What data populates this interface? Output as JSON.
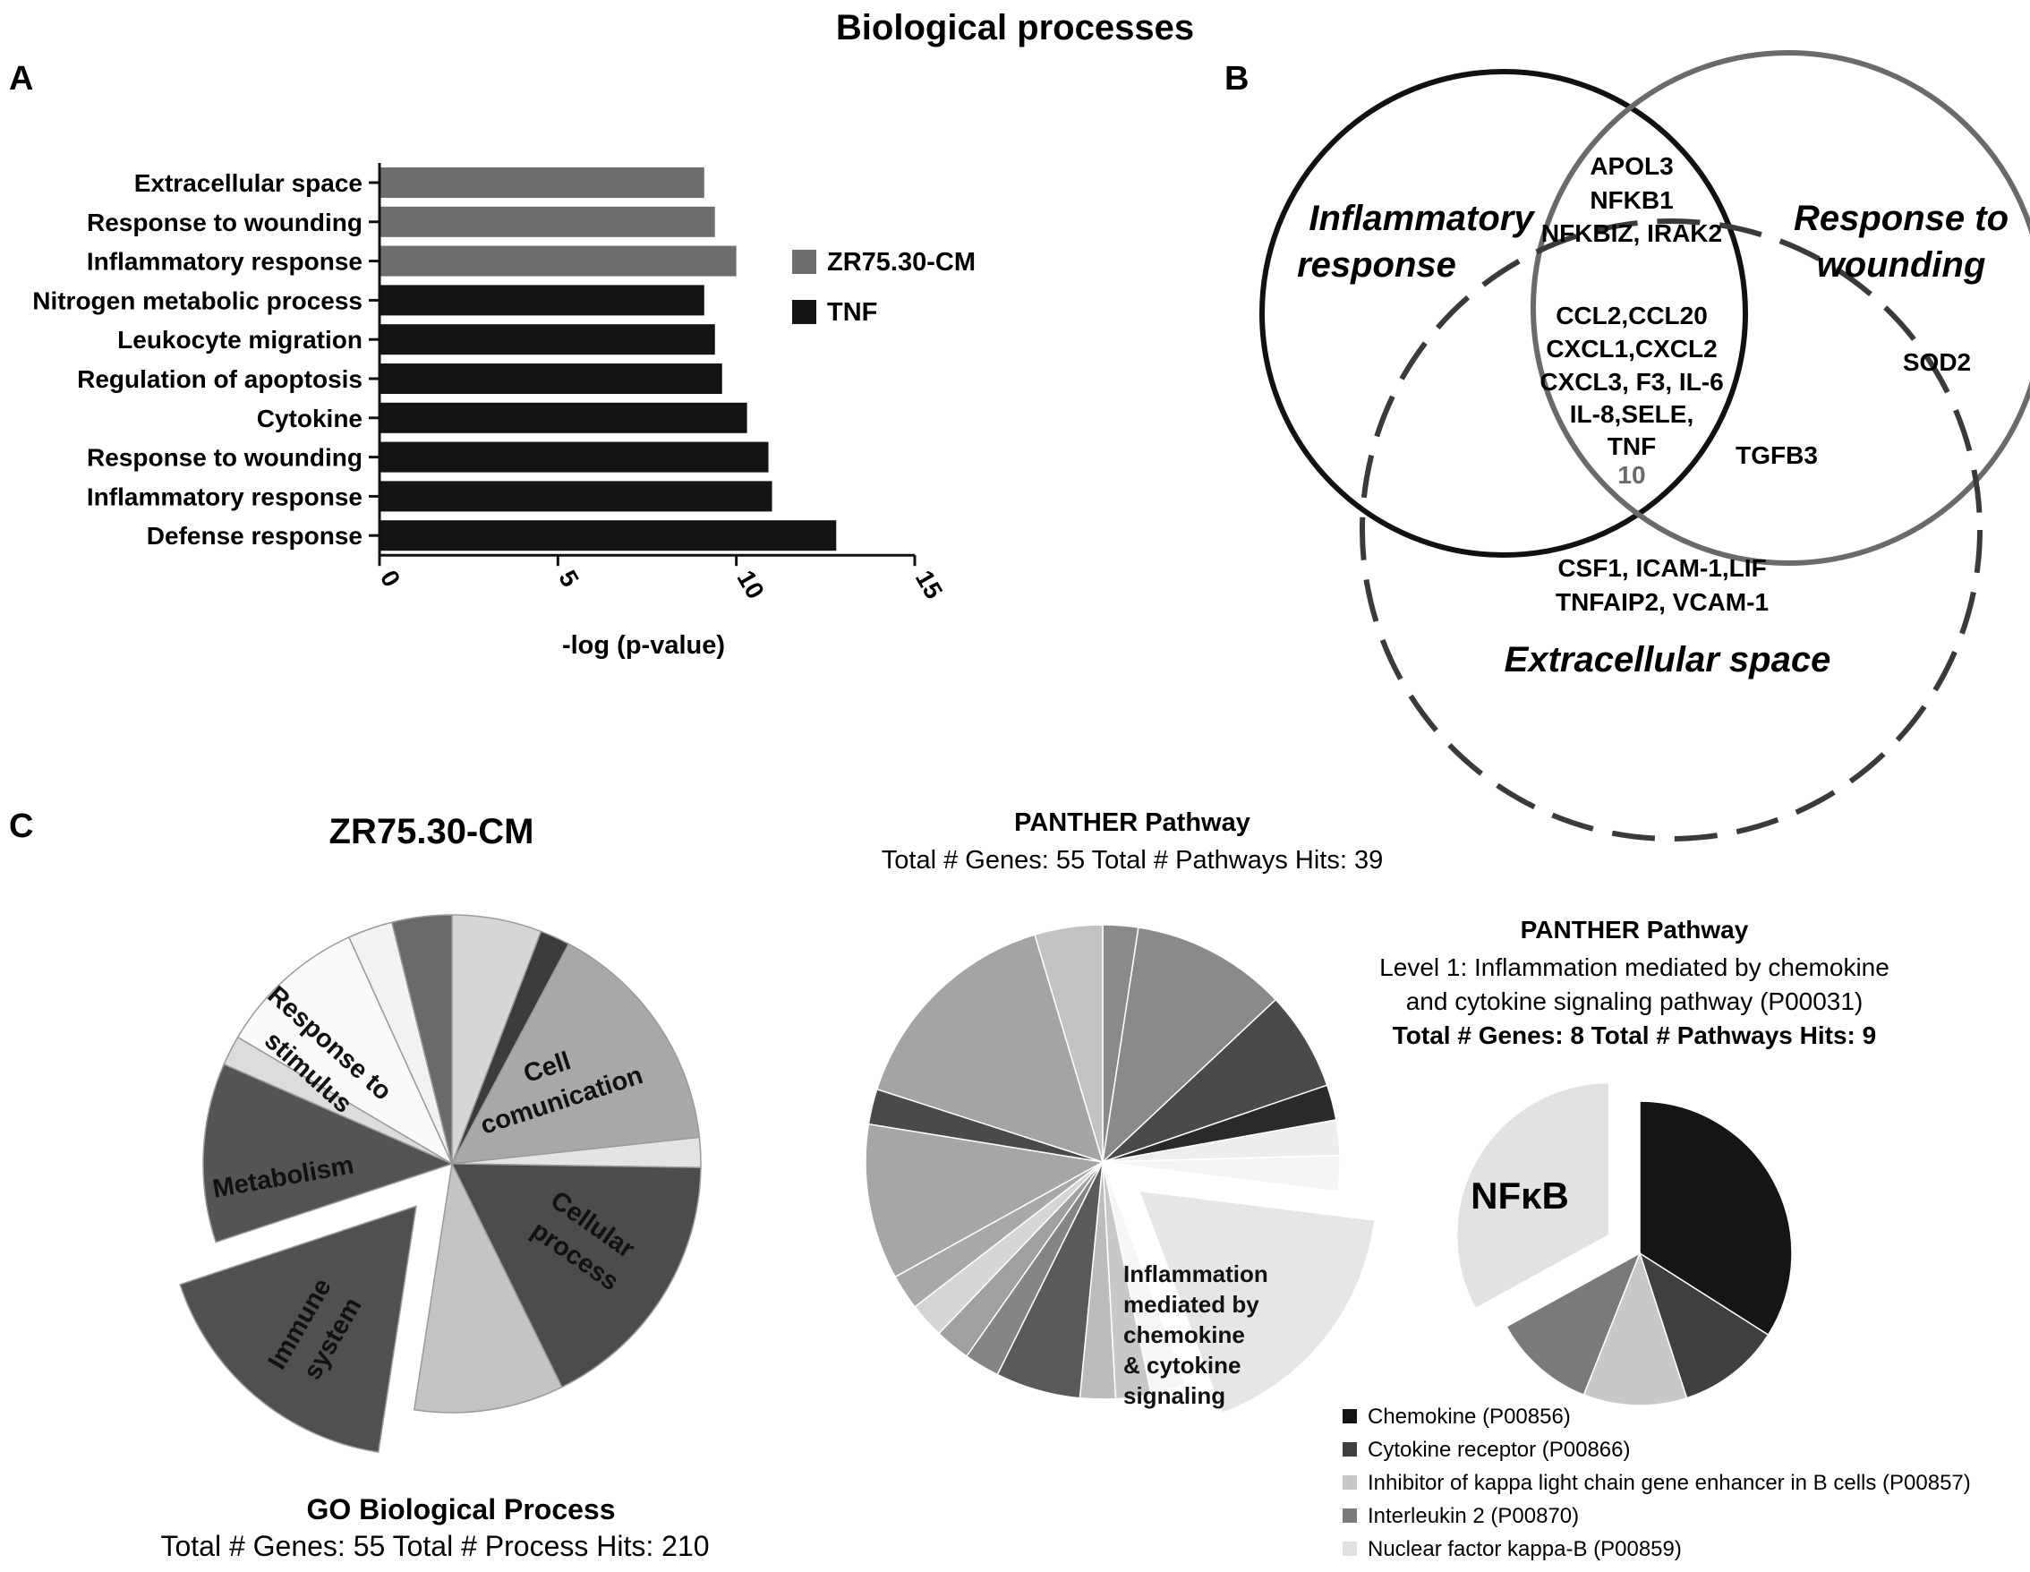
{
  "figure_title": "Biological processes",
  "panel_letters": {
    "a": "A",
    "b": "B",
    "c": "C"
  },
  "colors": {
    "zr75": "#6e6e6e",
    "tnf": "#141414",
    "venn_black": "#111111",
    "venn_grey": "#6a6a6a",
    "venn_dashed": "#3a3a3a"
  },
  "chart_data": [
    {
      "type": "bar",
      "orientation": "horizontal",
      "categories": [
        "Extracellular space",
        "Response to wounding",
        "Inflammatory response",
        "Nitrogen metabolic process",
        "Leukocyte migration",
        "Regulation of apoptosis",
        "Cytokine",
        "Response to wounding",
        "Inflammatory response",
        "Defense response"
      ],
      "values": [
        9.1,
        9.4,
        10.0,
        9.1,
        9.4,
        9.6,
        10.3,
        10.9,
        11.0,
        12.8
      ],
      "group": [
        "ZR75.30-CM",
        "ZR75.30-CM",
        "ZR75.30-CM",
        "TNF",
        "TNF",
        "TNF",
        "TNF",
        "TNF",
        "TNF",
        "TNF"
      ],
      "legend": [
        "ZR75.30-CM",
        "TNF"
      ],
      "xlabel": "-log (p-value)",
      "ylabel": "",
      "xlim": [
        0,
        15
      ],
      "xticks": [
        "0",
        "5",
        "10",
        "15"
      ],
      "legend_position": "right"
    },
    {
      "type": "pie",
      "title": "ZR75.30-CM",
      "caption_title": "GO Biological Process",
      "caption_sub": "Total # Genes: 55 Total # Process Hits: 210",
      "labels": [
        "",
        "",
        "Cell comunication",
        "",
        "Cellular process",
        "",
        "Immune system",
        "Metabolism",
        "",
        "Response to stimulus",
        "",
        ""
      ],
      "values": [
        6,
        2,
        16,
        2,
        18,
        10,
        18,
        12,
        2,
        10,
        3,
        4
      ],
      "exploded": [
        false,
        false,
        false,
        false,
        false,
        false,
        true,
        false,
        false,
        false,
        false,
        false
      ]
    },
    {
      "type": "pie",
      "title": "PANTHER Pathway",
      "subtitle": "Total # Genes: 55  Total # Pathways Hits: 39",
      "labels": [
        "",
        "",
        "",
        "",
        "",
        "",
        "Inflammation mediated by chemokine & cytokine signaling",
        "",
        "",
        "",
        "",
        "",
        "",
        "",
        "",
        "",
        "",
        "",
        ""
      ],
      "values": [
        2.5,
        11,
        7,
        2.5,
        2.5,
        2.5,
        18,
        2.5,
        2.5,
        2.5,
        6,
        2.5,
        2.5,
        2.5,
        2.5,
        11,
        2.5,
        16,
        4.8
      ],
      "exploded": [
        false,
        false,
        false,
        false,
        false,
        false,
        true,
        false,
        false,
        false,
        false,
        false,
        false,
        false,
        false,
        false,
        false,
        false,
        false
      ]
    },
    {
      "type": "pie",
      "title": "PANTHER Pathway",
      "subtitle_lines": [
        "Level 1: Inflammation mediated by chemokine",
        "and cytokine signaling pathway (P00031)",
        "Total # Genes: 8 Total # Pathways Hits: 9"
      ],
      "center_label": "NFκB",
      "series": [
        {
          "name": "Chemokine (P00856)",
          "value": 34,
          "color": "#151515"
        },
        {
          "name": "Cytokine receptor (P00866)",
          "value": 11,
          "color": "#3f3f3f"
        },
        {
          "name": "Inhibitor of kappa light chain gene enhancer in B cells (P00857)",
          "value": 11,
          "color": "#c8c8c8"
        },
        {
          "name": "Interleukin 2 (P00870)",
          "value": 11,
          "color": "#7a7a7a"
        },
        {
          "name": "Nuclear factor kappa-B (P00859)",
          "value": 33,
          "color": "#e2e2e2"
        }
      ],
      "legend_position": "bottom"
    }
  ],
  "venn": {
    "labels": {
      "inflammatory_1": "Inflammatory",
      "inflammatory_2": "response",
      "wounding_1": "Response to",
      "wounding_2": "wounding",
      "extracellular": "Extracellular space"
    },
    "genes": {
      "top_1": "APOL3",
      "top_2": "NFKB1",
      "top_3": "NFKBIZ, IRAK2",
      "center_1": "CCL2,CCL20",
      "center_2": "CXCL1,CXCL2",
      "center_3": "CXCL3, F3, IL-6",
      "center_4": "IL-8,SELE,",
      "center_5": "TNF",
      "center_count": "10",
      "sod2": "SOD2",
      "tgfb3": "TGFB3",
      "bottom_1": "CSF1, ICAM-1,LIF",
      "bottom_2": "TNFAIP2, VCAM-1"
    }
  }
}
